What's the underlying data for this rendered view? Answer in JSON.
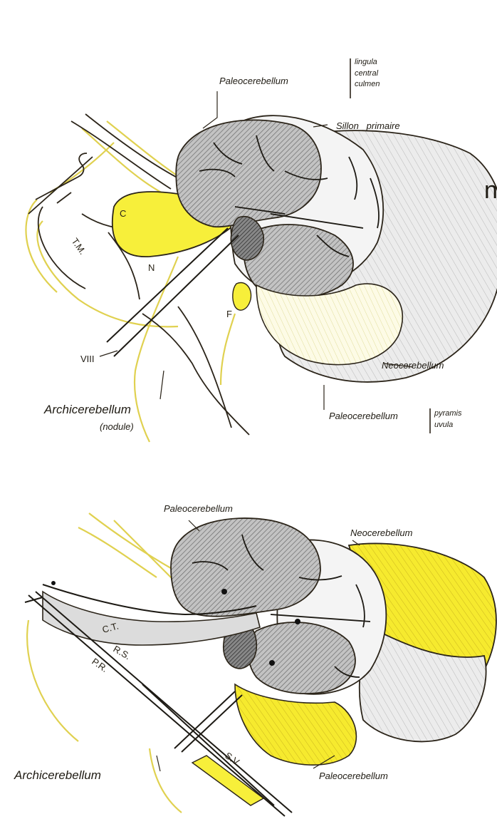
{
  "top_figure": {
    "paleocerebellum_label": "Paleocerebellum",
    "paleocerebellum_parts": [
      "lingula",
      "central",
      "culmen"
    ],
    "primary_fissure_label": "Sillon   primaire",
    "neocerebellum_label": "Neocerebellum",
    "paleocerebellum_lower_label": "Paleocerebellum",
    "paleocerebellum_lower_parts": [
      "pyramis",
      "uvula"
    ],
    "archicerebellum_label": "Archicerebellum",
    "archicerebellum_sub": "(nodule)",
    "nerve_label": "VIII",
    "inline_labels": [
      "T.M.",
      "C",
      "F",
      "N"
    ],
    "edge_letter": "n"
  },
  "bottom_figure": {
    "paleocerebellum_label": "Paleocerebellum",
    "neocerebellum_label": "Neocerebellum",
    "archicerebellum_label": "Archicerebellum",
    "paleocerebellum_lower_label": "Paleocerebellum",
    "inline_labels": [
      "C.T.",
      "R.S.",
      "P.R.",
      "S.V."
    ]
  },
  "colors": {
    "highlight_yellow": "#f7ef3a",
    "pale_yellow": "#fbf6a8",
    "cortex_gray": "#bdbdbd",
    "dark_gray": "#555555",
    "line_color": "#2b2419",
    "outline_yellow": "#e4d24a"
  }
}
